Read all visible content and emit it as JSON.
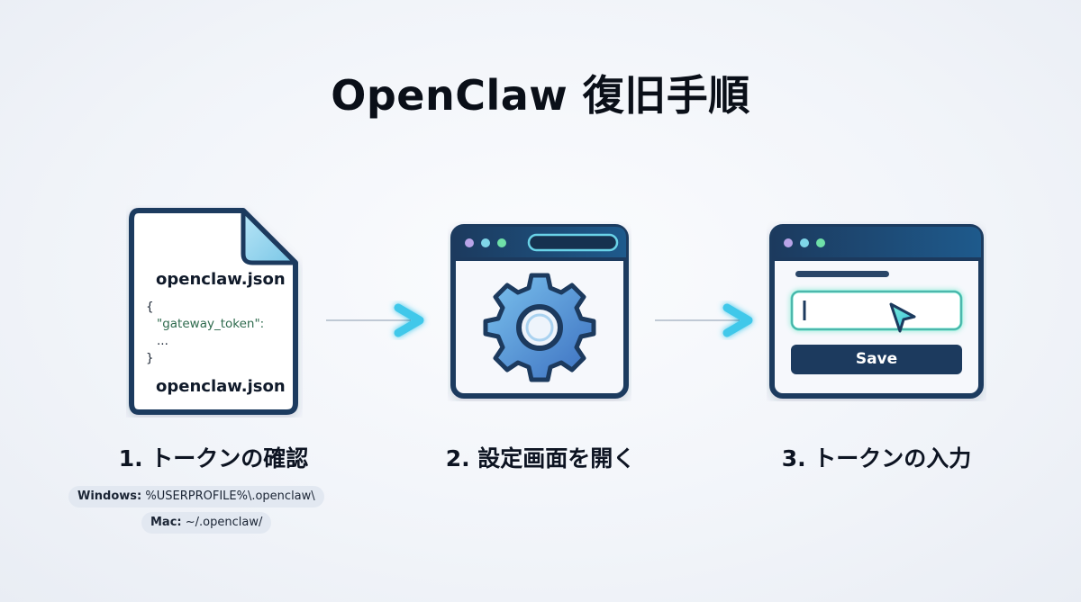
{
  "title": "OpenClaw 復旧手順",
  "steps": [
    {
      "label": "1. トークンの確認",
      "file": {
        "name_top": "openclaw.json",
        "code_lines": [
          "{",
          "\"gateway_token\":",
          "...",
          "}"
        ],
        "name_bottom": "openclaw.json"
      },
      "paths": [
        {
          "os": "Windows:",
          "path": "%USERPROFILE%\\.openclaw\\"
        },
        {
          "os": "Mac:",
          "path": "~/.openclaw/"
        }
      ]
    },
    {
      "label": "2. 設定画面を開く"
    },
    {
      "label": "3. トークンの入力",
      "button_label": "Save"
    }
  ],
  "colors": {
    "navy": "#1c3a5e",
    "accent_cyan": "#3fd0e8",
    "accent_green": "#5fe3b0",
    "gear_blue": "#4f8fd6"
  },
  "icons": [
    "file-icon",
    "arrow-right-icon",
    "gear-icon",
    "cursor-icon"
  ]
}
